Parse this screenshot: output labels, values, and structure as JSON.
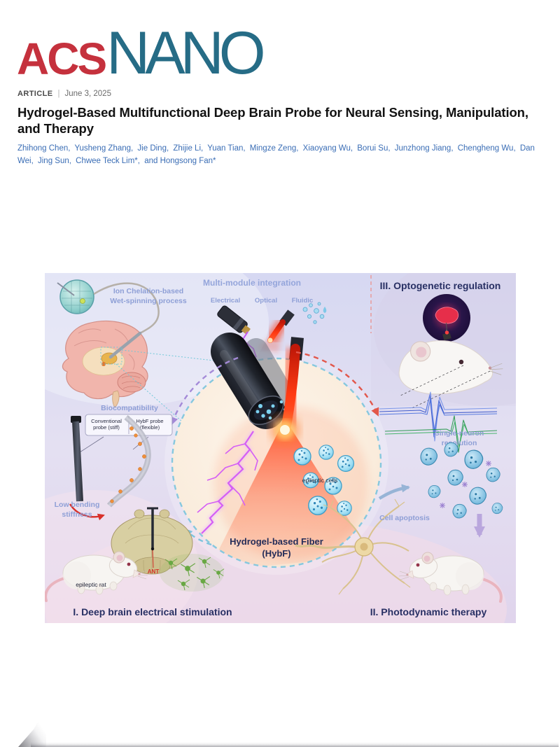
{
  "page": {
    "logo": {
      "acs": "ACS",
      "nano": "NANO"
    },
    "meta": {
      "label": "ARTICLE",
      "separator": "|",
      "date": "June 3, 2025"
    },
    "title": "Hydrogel-Based Multifunctional Deep Brain Probe for Neural Sensing, Manipulation, and Therapy",
    "authors": [
      "Zhihong Chen,",
      "Yusheng Zhang,",
      "Jie Ding,",
      "Zhijie Li,",
      "Yuan Tian,",
      "Mingze Zeng,",
      "Xiaoyang Wu,",
      "Borui Su,",
      "Junzhong Jiang,",
      "Chengheng Wu,",
      "Dan Wei,",
      "Jing Sun,",
      "Chwee Teck Lim*,",
      "and Hongsong Fan*"
    ]
  },
  "figure": {
    "labels": {
      "wet_spinning_l1": "Ion Chelation-based",
      "wet_spinning_l2": "Wet-spinning process",
      "multi_module": "Multi-module integration",
      "electrical": "Electrical",
      "optical": "Optical",
      "fluidic": "Fluidic",
      "optogenetic": "III. Optogenetic regulation",
      "biocompatibility": "Biocompatibility",
      "conventional_l1": "Conventional",
      "conventional_l2": "probe (stiff)",
      "hybf_l1": "HybF probe",
      "hybf_l2": "(flexible)",
      "low_bending_l1": "Low bending",
      "low_bending_l2": "stiffness",
      "single_neuron_l1": "Single-neuron",
      "single_neuron_l2": "resolution",
      "epileptic_cells": "epileptic cells",
      "hybf_title": "Hydrogel-based Fiber",
      "hybf_sub": "(HybF)",
      "cell_apoptosis": "Cell apoptosis",
      "epileptic_rat": "epileptic rat",
      "ant": "ANT",
      "section1": "I. Deep brain electrical stimulation",
      "section2": "II. Photodynamic therapy"
    },
    "colors": {
      "brand_red": "#c5313d",
      "brand_teal": "#266c86",
      "link_blue": "#3a6db5",
      "label_periwinkle": "#8e9fd6",
      "section_navy": "#283064",
      "cycle_red": "#e2574b",
      "cycle_cyan": "#7fc4dd",
      "cycle_purple": "#a48ad8"
    }
  }
}
